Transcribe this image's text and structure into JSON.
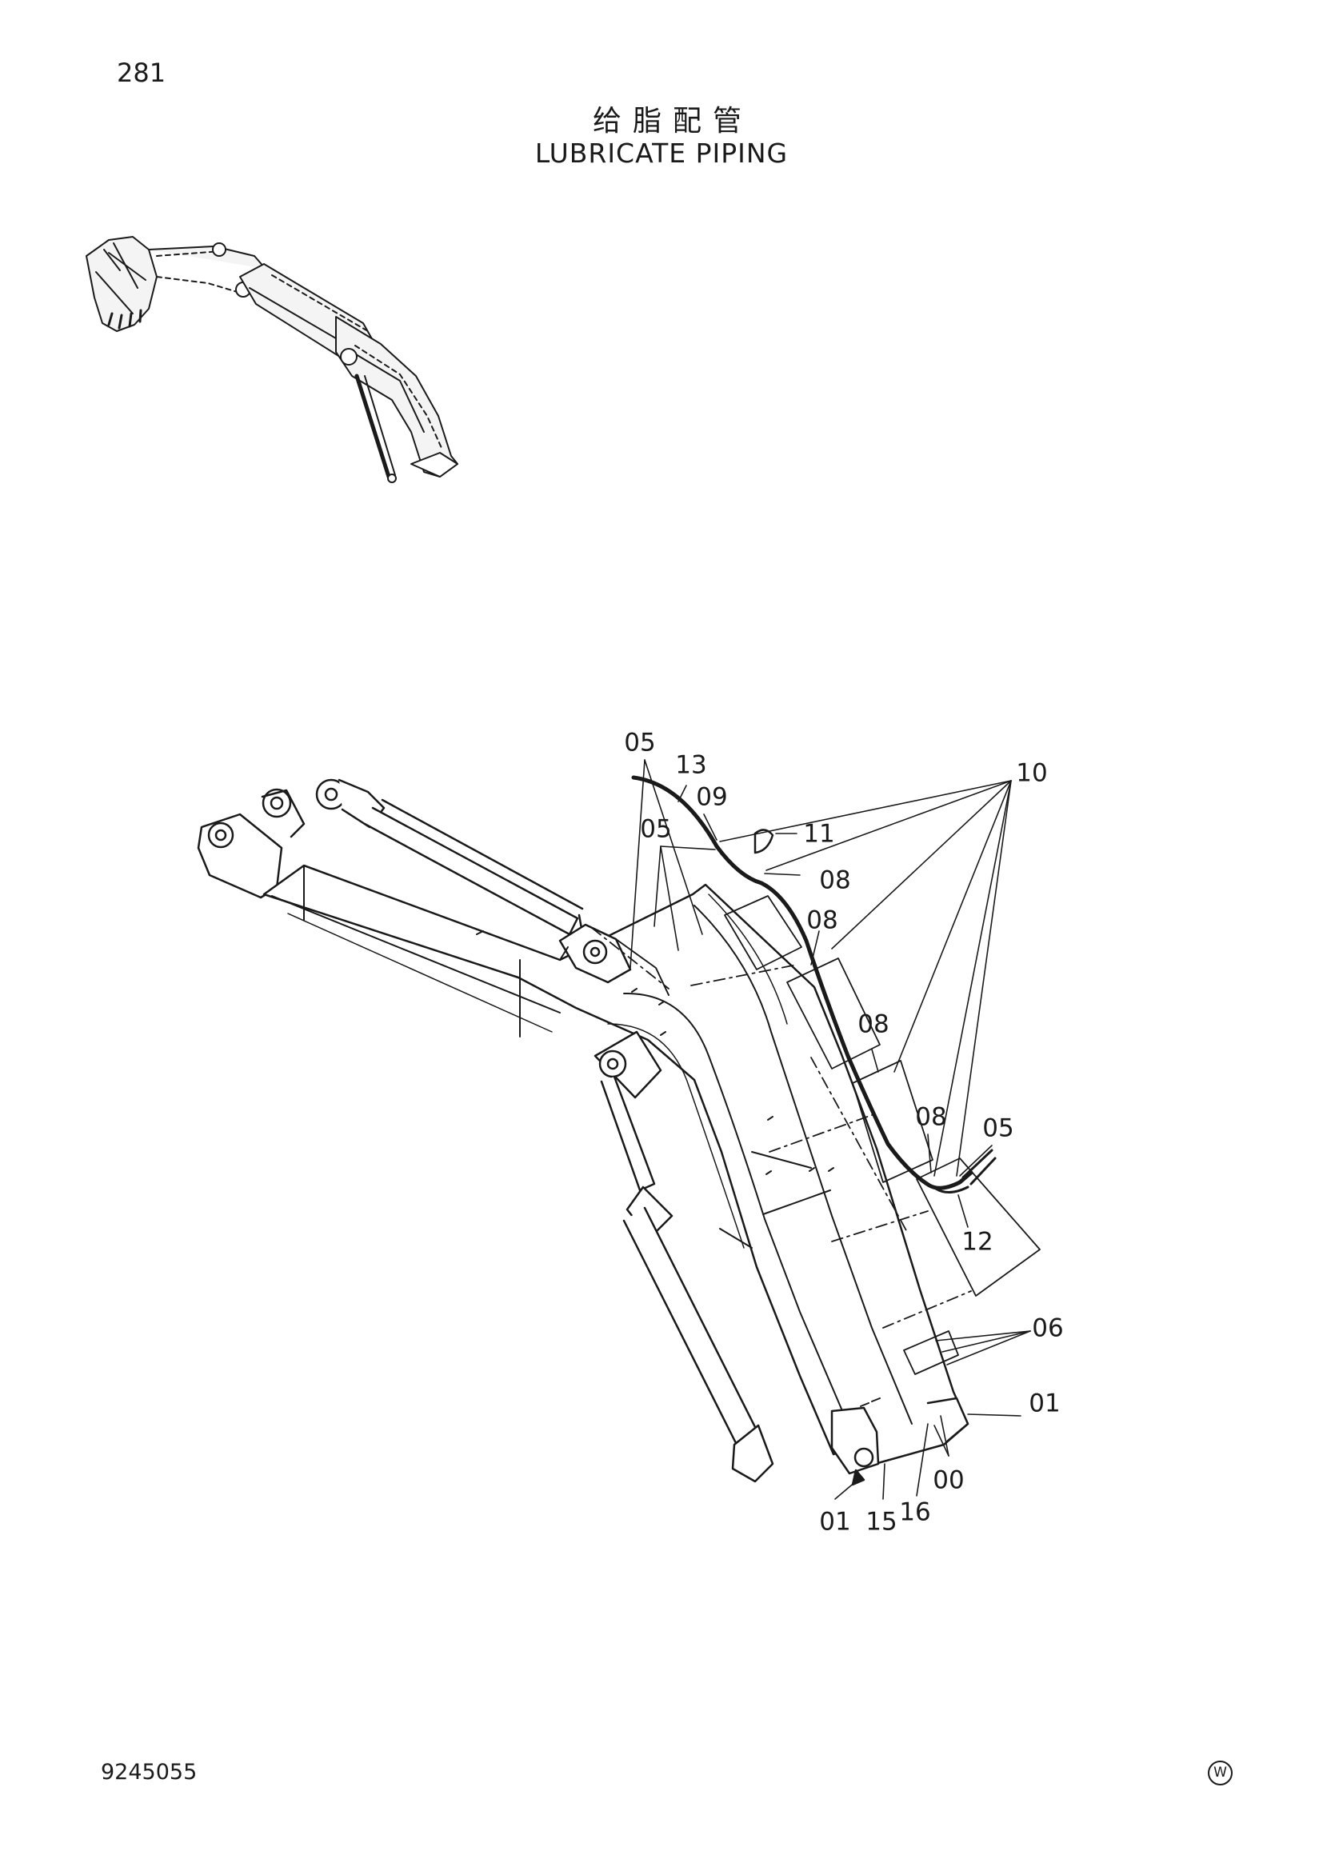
{
  "page_number": "281",
  "title_cn": "给脂配管",
  "title_en": "LUBRICATE PIPING",
  "document_code": "9245055",
  "corner_mark": "W",
  "callouts": [
    "05",
    "13",
    "09",
    "10",
    "11",
    "05",
    "08",
    "08",
    "08",
    "08",
    "05",
    "12",
    "06",
    "01",
    "00",
    "16",
    "15",
    "01"
  ]
}
